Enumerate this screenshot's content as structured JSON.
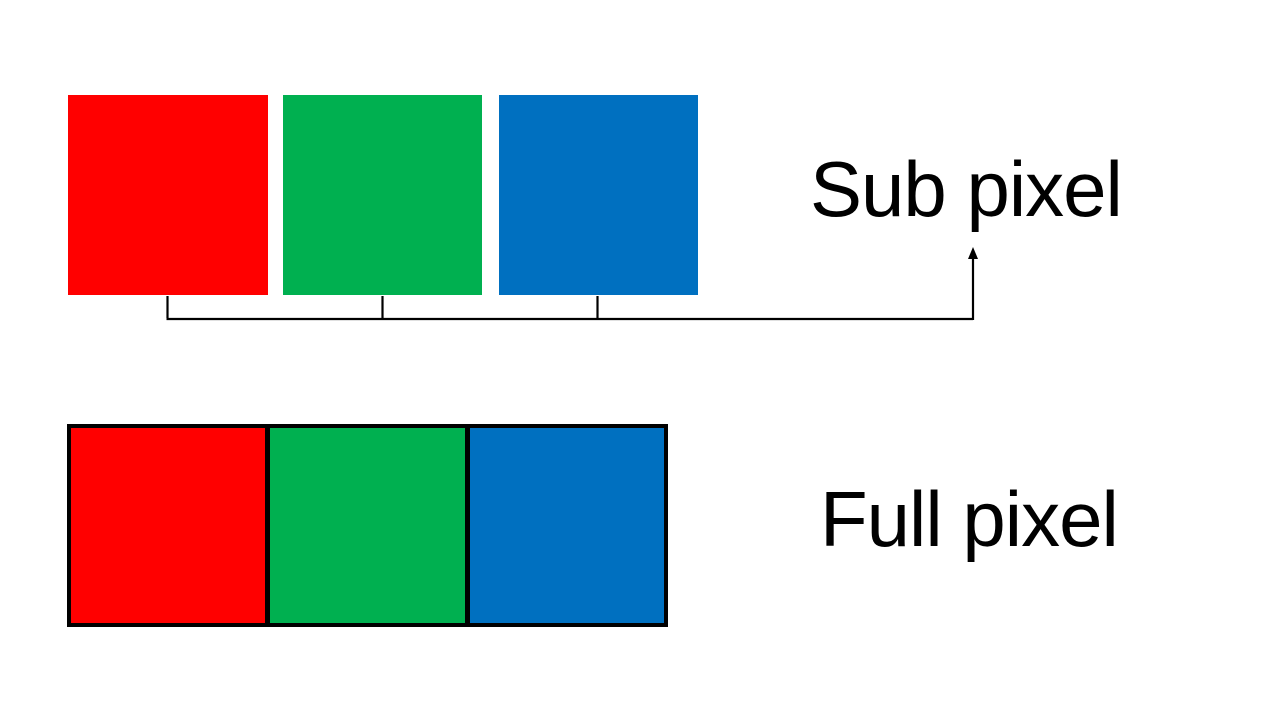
{
  "colors": {
    "red": "#ff0000",
    "green": "#00b050",
    "blue": "#0070c0",
    "line": "#000000",
    "text": "#000000",
    "background": "#ffffff"
  },
  "subpixel": {
    "label": "Sub pixel",
    "cells": [
      "red",
      "green",
      "blue"
    ]
  },
  "fullpixel": {
    "label": "Full pixel",
    "cells": [
      "red",
      "green",
      "blue"
    ]
  }
}
